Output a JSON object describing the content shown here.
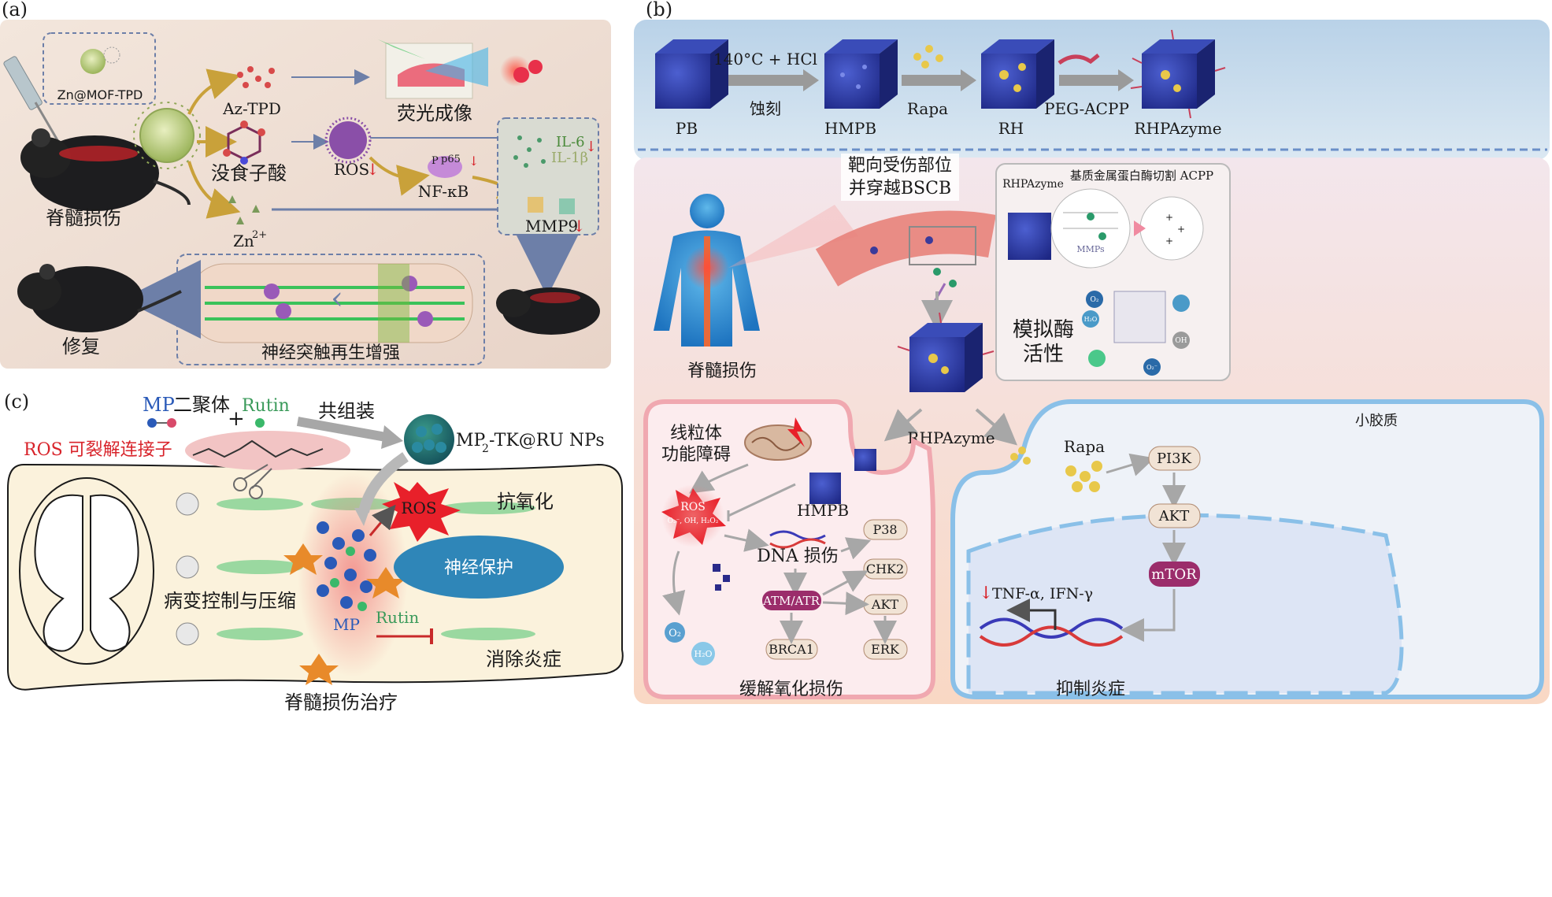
{
  "panel_a": {
    "tag": "(a)",
    "nanoparticle": "Zn@MOF-TPD",
    "az_tpd": "Az-TPD",
    "gallic_acid": "没食子酸",
    "zinc": "Zn",
    "zinc_charge": "2+",
    "fluorescence": "荧光成像",
    "ros": "ROS",
    "nfkb": "NF-κB",
    "p65": "p65",
    "p_marker": "P",
    "il6": "IL-6",
    "il1b": "IL-1β",
    "mmp9": "MMP9",
    "sci": "脊髓损伤",
    "repair": "修复",
    "synapse": "神经突触再生增强"
  },
  "panel_b": {
    "tag": "(b)",
    "step1": "140°C + HCl",
    "etch": "蚀刻",
    "pb": "PB",
    "hmpb": "HMPB",
    "rapa": "Rapa",
    "rh": "RH",
    "peg_acpp": "PEG-ACPP",
    "rhpazyme": "RHPAzyme",
    "target_line1": "靶向受伤部位",
    "target_line2": "并穿越BSCB",
    "inset_title": "基质金属蛋白酶切割 ACPP",
    "inset_rhpazyme": "RHPAzyme",
    "mmps": "MMPs",
    "enzyme_line1": "模拟酶",
    "enzyme_line2": "活性",
    "o2": "O₂",
    "h2o": "H₂O",
    "oh": "OH",
    "o2minus": "O₂⁻",
    "sci": "脊髓损伤",
    "mito_line1": "线粒体",
    "mito_line2": "功能障碍",
    "ros": "ROS",
    "ros_species": "O₂⁻, OH, H₂O₂",
    "hmpb2": "HMPB",
    "rhpazyme2": "RHPAzyme",
    "dna_damage": "DNA 损伤",
    "p38": "P38",
    "chk2": "CHK2",
    "atm": "ATM/ATR",
    "akt": "AKT",
    "brca1": "BRCA1",
    "erk": "ERK",
    "microglia": "小胶质",
    "rapa2": "Rapa",
    "pi3k": "PI3K",
    "akt2": "AKT",
    "mtor": "mTOR",
    "tnf": "TNF-α, IFN-γ",
    "relieve": "缓解氧化损伤",
    "suppress": "抑制炎症"
  },
  "panel_c": {
    "tag": "(c)",
    "mp": "MP",
    "dimer": "二聚体",
    "plus": "+",
    "rutin": "Rutin",
    "coassembly": "共组装",
    "ros_linker": "ROS 可裂解连接子",
    "np_main": "MP",
    "np_sub": "2",
    "np_rest": "-TK@RU NPs",
    "ros": "ROS",
    "antioxidant": "抗氧化",
    "neuroprotect": "神经保护",
    "lesion": "病变控制与压缩",
    "mp2": "MP",
    "rutin2": "Rutin",
    "anti_inflam": "消除炎症",
    "treatment": "脊髓损伤治疗"
  },
  "colors": {
    "panel_a_bg": "#efe2d8",
    "panel_b_top": "#c9dcec",
    "panel_b_bottom": "#f8dccd",
    "panel_c_bg": "#fbf2dc",
    "ros_red": "#d8232a",
    "prussian_blue": "#2b3a9b",
    "mtor_purple": "#9b2d6b",
    "neuro_blue": "#2f86b8"
  }
}
